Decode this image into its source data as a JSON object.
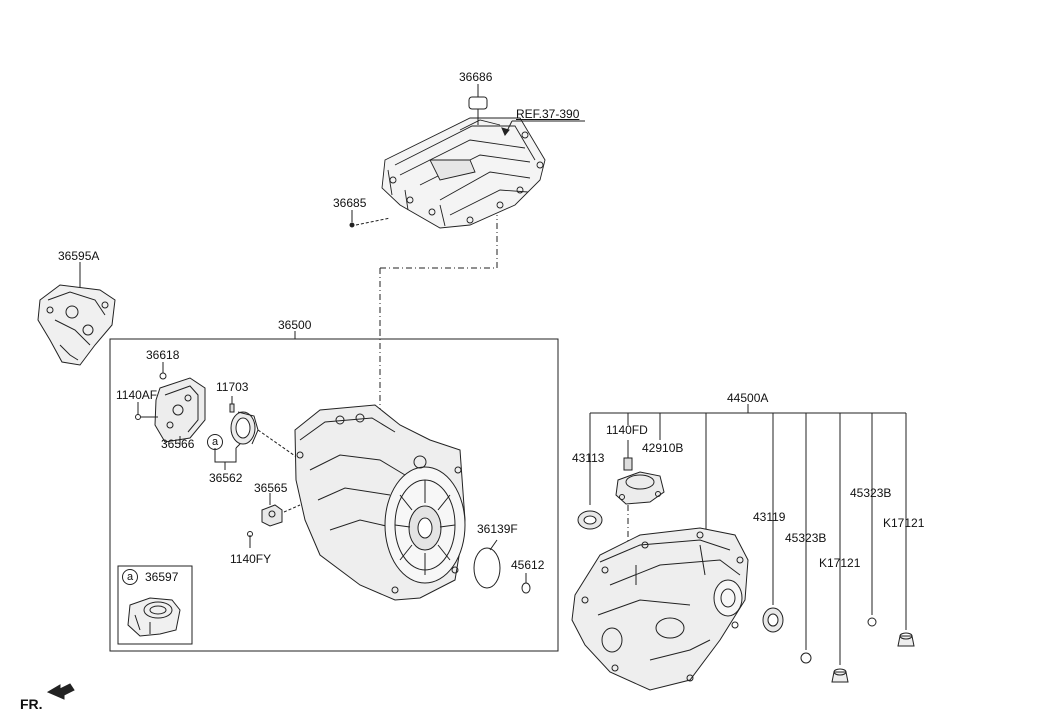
{
  "labels": {
    "p36686": "36686",
    "ref_37_390": "REF.37-390",
    "p36685": "36685",
    "p36595A": "36595A",
    "p36500": "36500",
    "p36618": "36618",
    "p1140AF": "1140AF",
    "p11703": "11703",
    "p36566": "36566",
    "p36562": "36562",
    "p36565": "36565",
    "p1140FY": "1140FY",
    "p36597": "36597",
    "p36139F": "36139F",
    "p45612": "45612",
    "p44500A": "44500A",
    "p1140FD": "1140FD",
    "p42910B": "42910B",
    "p43113": "43113",
    "p43119": "43119",
    "p45323B_a": "45323B",
    "p45323B_b": "45323B",
    "pK17121_a": "K17121",
    "pK17121_b": "K17121",
    "fr": "FR."
  },
  "callout_letter": "a",
  "colors": {
    "line": "#222222",
    "part_fill": "#f3f3f3",
    "part_shade": "#d9d9d9"
  }
}
